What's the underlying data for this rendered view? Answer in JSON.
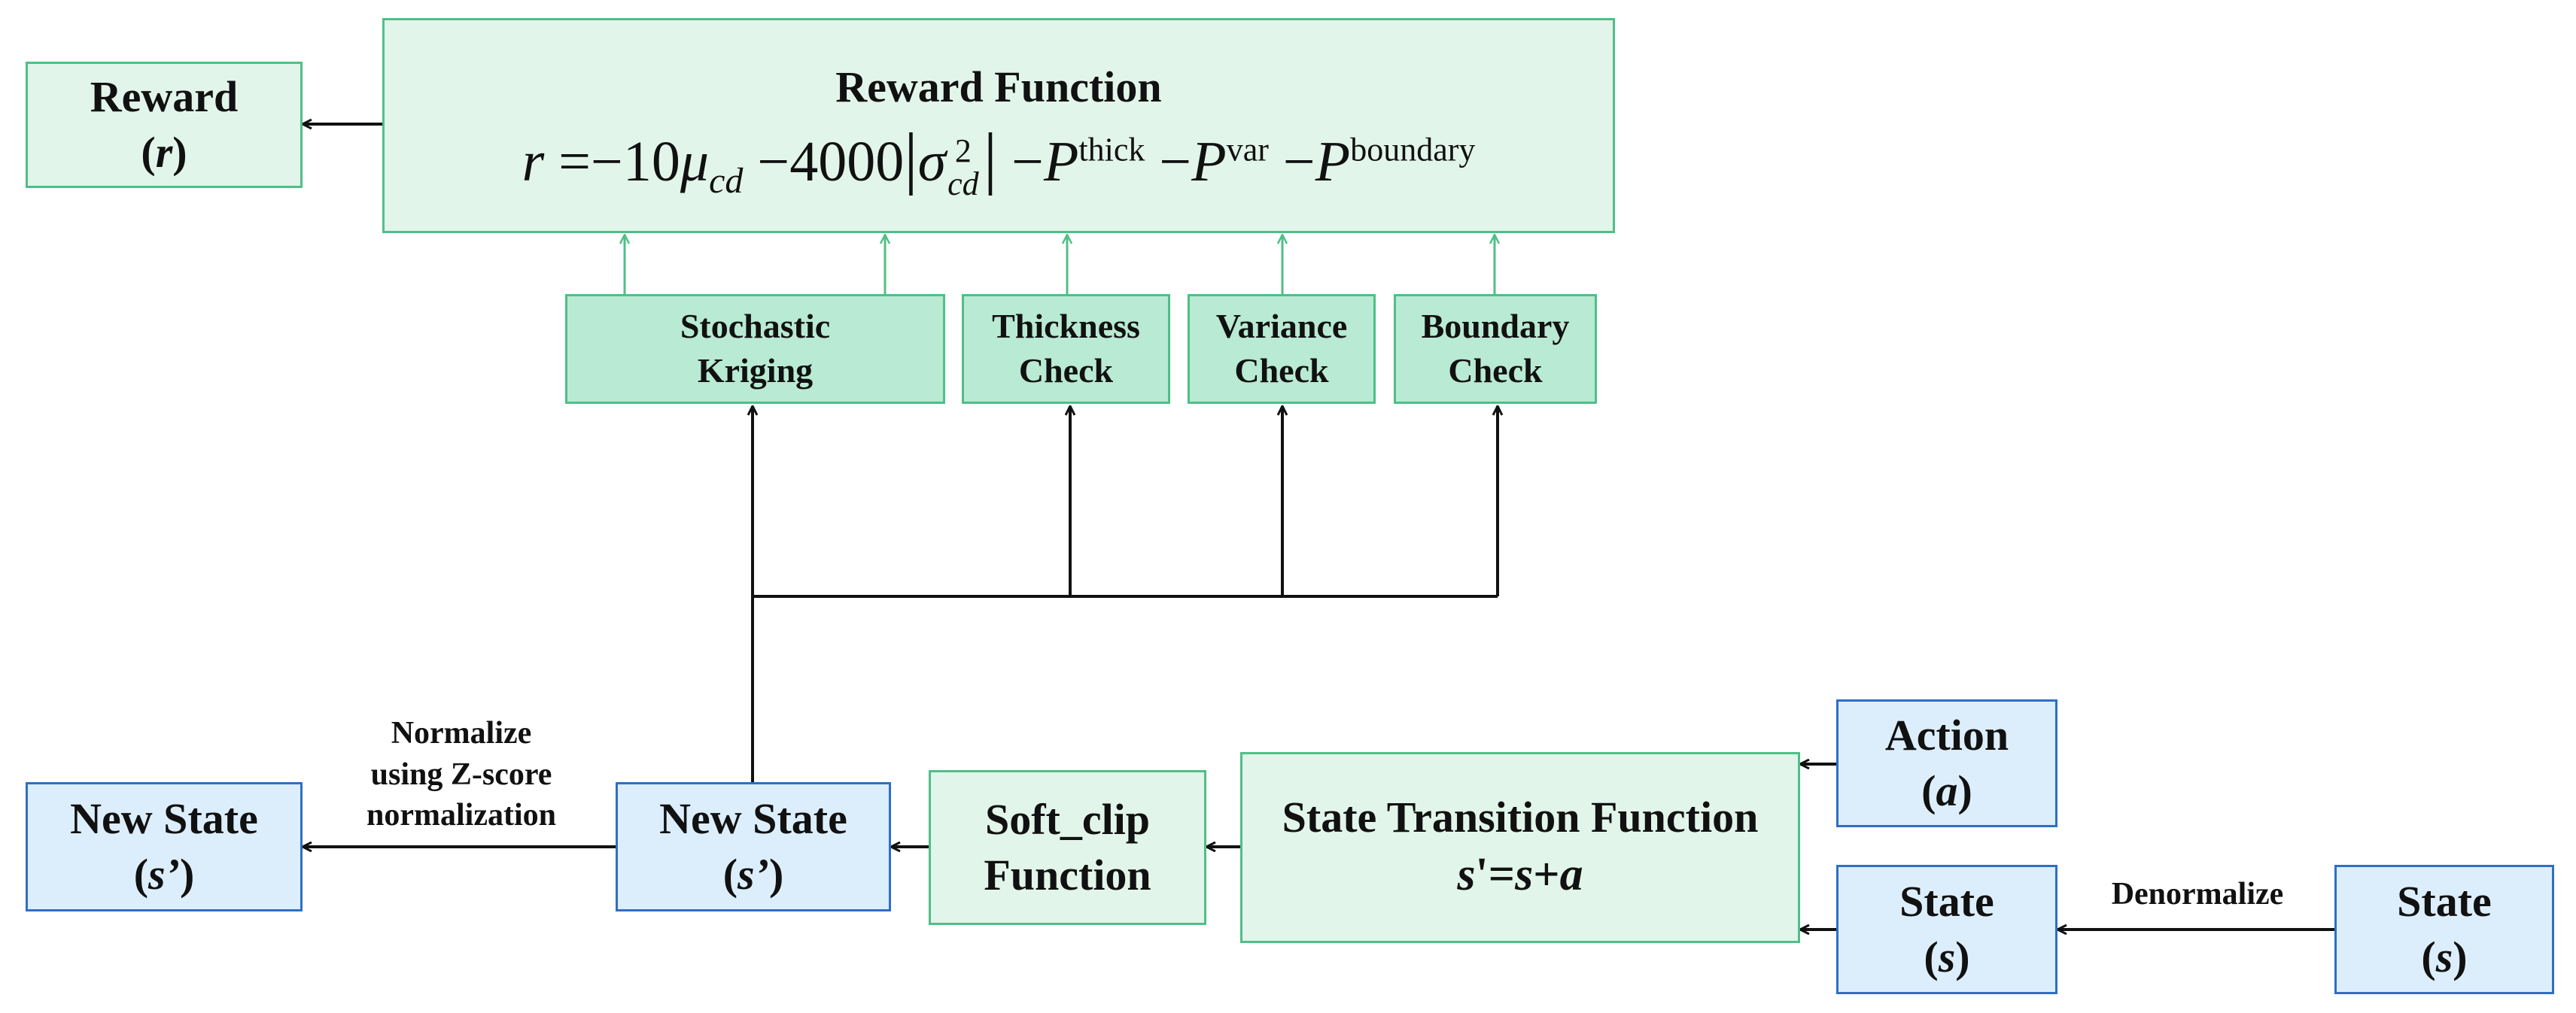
{
  "reward_out": {
    "title": "Reward",
    "symbol": "r"
  },
  "reward_function": {
    "title": "Reward Function",
    "formula": {
      "lhs": "r",
      "eq": "=",
      "minus": "−",
      "coef1": "10",
      "mu": "μ",
      "cd": "cd",
      "coef2": "4000",
      "bar": "|",
      "sigma": "σ",
      "squared": "2",
      "P": "P",
      "thick": "thick",
      "var": "var",
      "boundary": "boundary"
    }
  },
  "checks": {
    "kriging": [
      "Stochastic",
      "Kriging"
    ],
    "thickness": [
      "Thickness",
      "Check"
    ],
    "variance": [
      "Variance",
      "Check"
    ],
    "boundary": [
      "Boundary",
      "Check"
    ]
  },
  "new_state_left": {
    "title": "New State",
    "symbol": "s’"
  },
  "normalize_label": [
    "Normalize",
    "using Z-score",
    "normalization"
  ],
  "new_state_mid": {
    "title": "New State",
    "symbol": "s’"
  },
  "soft_clip": {
    "line1": "Soft_clip",
    "line2": "Function"
  },
  "state_transition": {
    "title": "State Transition Function",
    "eq": {
      "lhs": "s",
      "prime": "'",
      "eqs": "=",
      "s": "s",
      "plus": "+",
      "a": "a"
    }
  },
  "action": {
    "title": "Action",
    "symbol": "a"
  },
  "state_mid": {
    "title": "State",
    "symbol": "s"
  },
  "denormalize_label": "Denormalize",
  "state_right": {
    "title": "State",
    "symbol": "s"
  },
  "colors": {
    "green_fill": "#e2f5ea",
    "teal_fill": "#b9ead3",
    "green_border": "#4fbf87",
    "blue_fill": "#dceefb",
    "blue_border": "#2e6fc3",
    "wire_black": "#111111",
    "wire_green": "#4fbf87"
  }
}
